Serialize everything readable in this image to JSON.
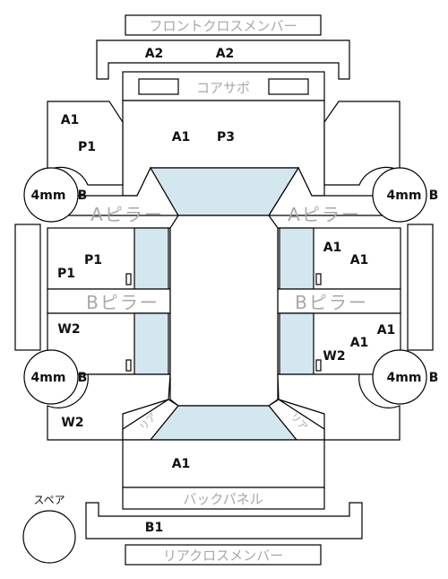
{
  "labels": {
    "front_cross_member": "フロントクロスメンバー",
    "core_support": "コアサポ",
    "a_pillar": "Aピラー",
    "b_pillar": "Bピラー",
    "back_panel": "バックパネル",
    "rear_cross_member": "リアクロスメンバー",
    "spare": "スペア",
    "trunk_corner": "リア"
  },
  "tire": "4mm",
  "tire_suffix": "B",
  "codes": {
    "front_member_left": "A2",
    "front_member_right": "A2",
    "front_fender_left_1": "A1",
    "front_fender_left_2": "P1",
    "hood_1": "A1",
    "hood_2": "P3",
    "front_door_left_1": "P1",
    "front_door_left_2": "P1",
    "front_door_right_1": "A1",
    "front_door_right_2": "A1",
    "rear_door_left": "W2",
    "rear_door_right_1": "A1",
    "rear_door_right_2": "A1",
    "rear_door_right_3": "W2",
    "rear_fender_left": "W2",
    "trunk": "A1",
    "rear_member": "B1"
  }
}
